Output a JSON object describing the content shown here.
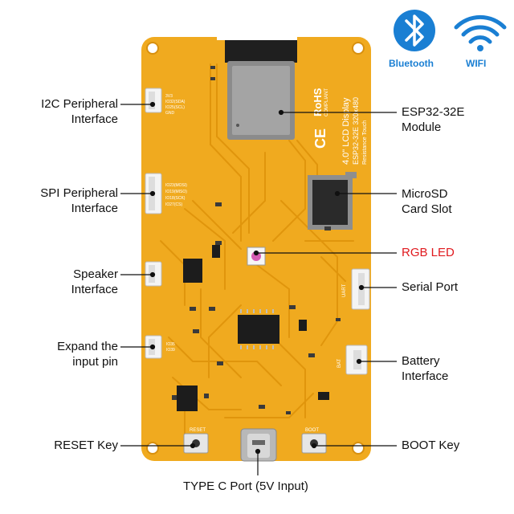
{
  "icons": {
    "bluetooth": {
      "caption": "Bluetooth",
      "icon": "bluetooth-icon"
    },
    "wifi": {
      "caption": "WIFI",
      "icon": "wifi-icon"
    }
  },
  "board": {
    "lcd_silk": {
      "line1": "4.0\" LCD Display",
      "line2": "ESP32-32E  320x480",
      "line3": "Resistance Touch"
    },
    "rohs": {
      "main": "RoHS",
      "sub": "COMPLIANT"
    },
    "ce": "CE",
    "reset_silk": "RESET",
    "boot_silk": "BOOT",
    "uart_silk": "UART",
    "bat_silk": "BAT",
    "i2c_pins": [
      "3V3",
      "IO32(SDA)",
      "IO25(SCL)",
      "GND"
    ],
    "spi_pins": [
      "IO23(MOSI)",
      "IO19(MISO)",
      "IO18(SCK)",
      "IO27(CS)"
    ],
    "expand_pins": [
      "IO35",
      "IO39"
    ],
    "colors": {
      "pcb": "#f0aa1f",
      "trace": "#e69a10",
      "edge": "#d8900f"
    }
  },
  "labels": {
    "i2c": [
      "I2C Peripheral",
      "Interface"
    ],
    "spi": [
      "SPI Peripheral",
      "Interface"
    ],
    "speaker": [
      "Speaker",
      "Interface"
    ],
    "expand": [
      "Expand the",
      "input pin"
    ],
    "reset": "RESET Key",
    "esp32": [
      "ESP32-32E",
      "Module"
    ],
    "microsd": [
      "MicroSD",
      "Card Slot"
    ],
    "rgb": "RGB LED",
    "serial": "Serial Port",
    "battery": [
      "Battery",
      "Interface"
    ],
    "boot": "BOOT Key",
    "typec": "TYPE C Port (5V Input)"
  }
}
